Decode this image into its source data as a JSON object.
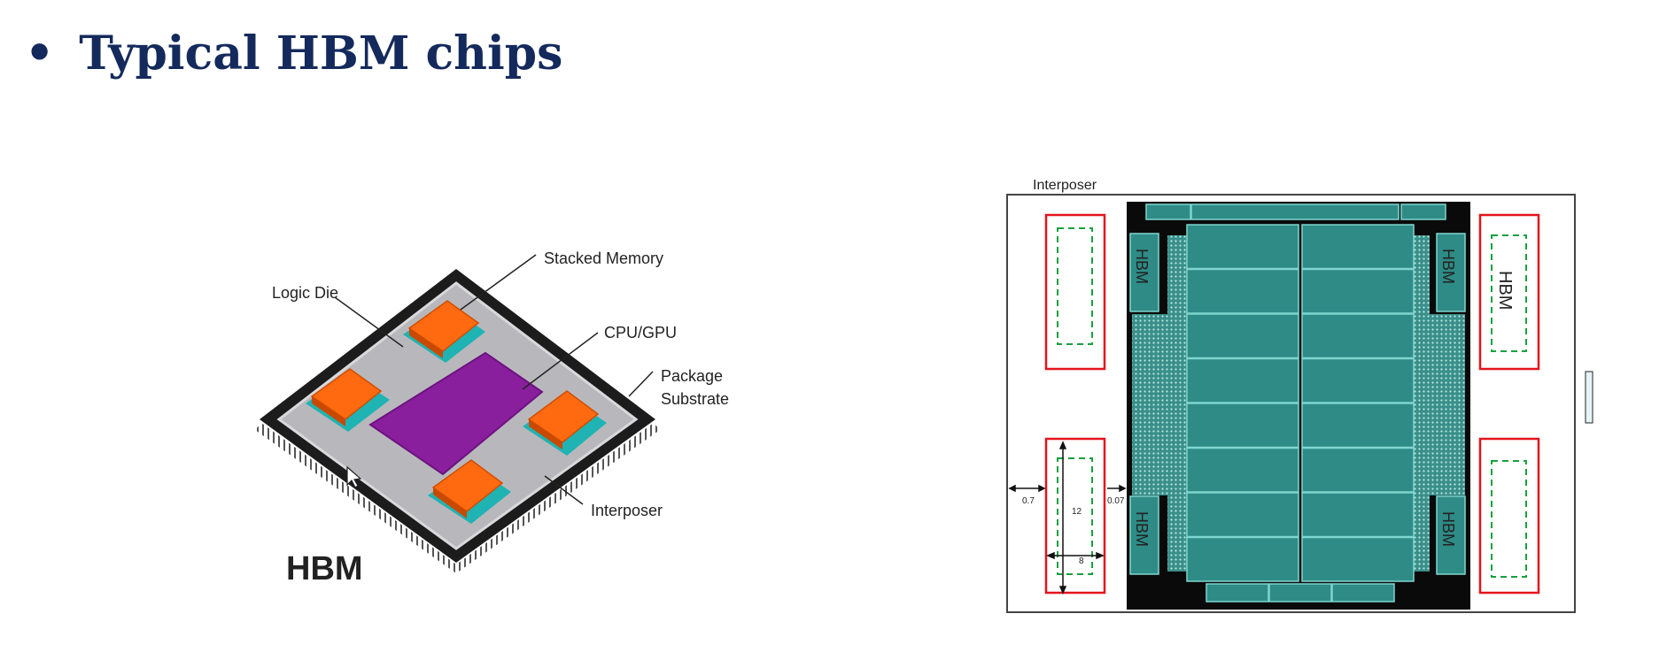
{
  "slide": {
    "bullet": "•",
    "title": "Typical HBM chips"
  },
  "left_figure": {
    "labels": {
      "stacked_memory": "Stacked Memory",
      "logic_die": "Logic Die",
      "cpu_gpu": "CPU/GPU",
      "package_substrate_line1": "Package",
      "package_substrate_line2": "Substrate",
      "interposer": "Interposer",
      "caption": "HBM"
    }
  },
  "right_figure": {
    "interposer_label": "Interposer",
    "hbm_labels": [
      "HBM",
      "HBM",
      "HBM",
      "HBM",
      "HBM"
    ],
    "dimensions": {
      "left_gap": "0.7",
      "right_gap": "0.07",
      "height": "12",
      "width": "8"
    }
  },
  "colors": {
    "title": "#142a5c",
    "hbm_stack": "#ff6a10",
    "logic_die": "#1fb3b3",
    "cpu_gpu": "#8a1f9e",
    "interposer_gray": "#b8b8bc",
    "die_teal": "#2e8b86",
    "hbm_box_red": "#e3141e",
    "dashed_green": "#18a040"
  }
}
